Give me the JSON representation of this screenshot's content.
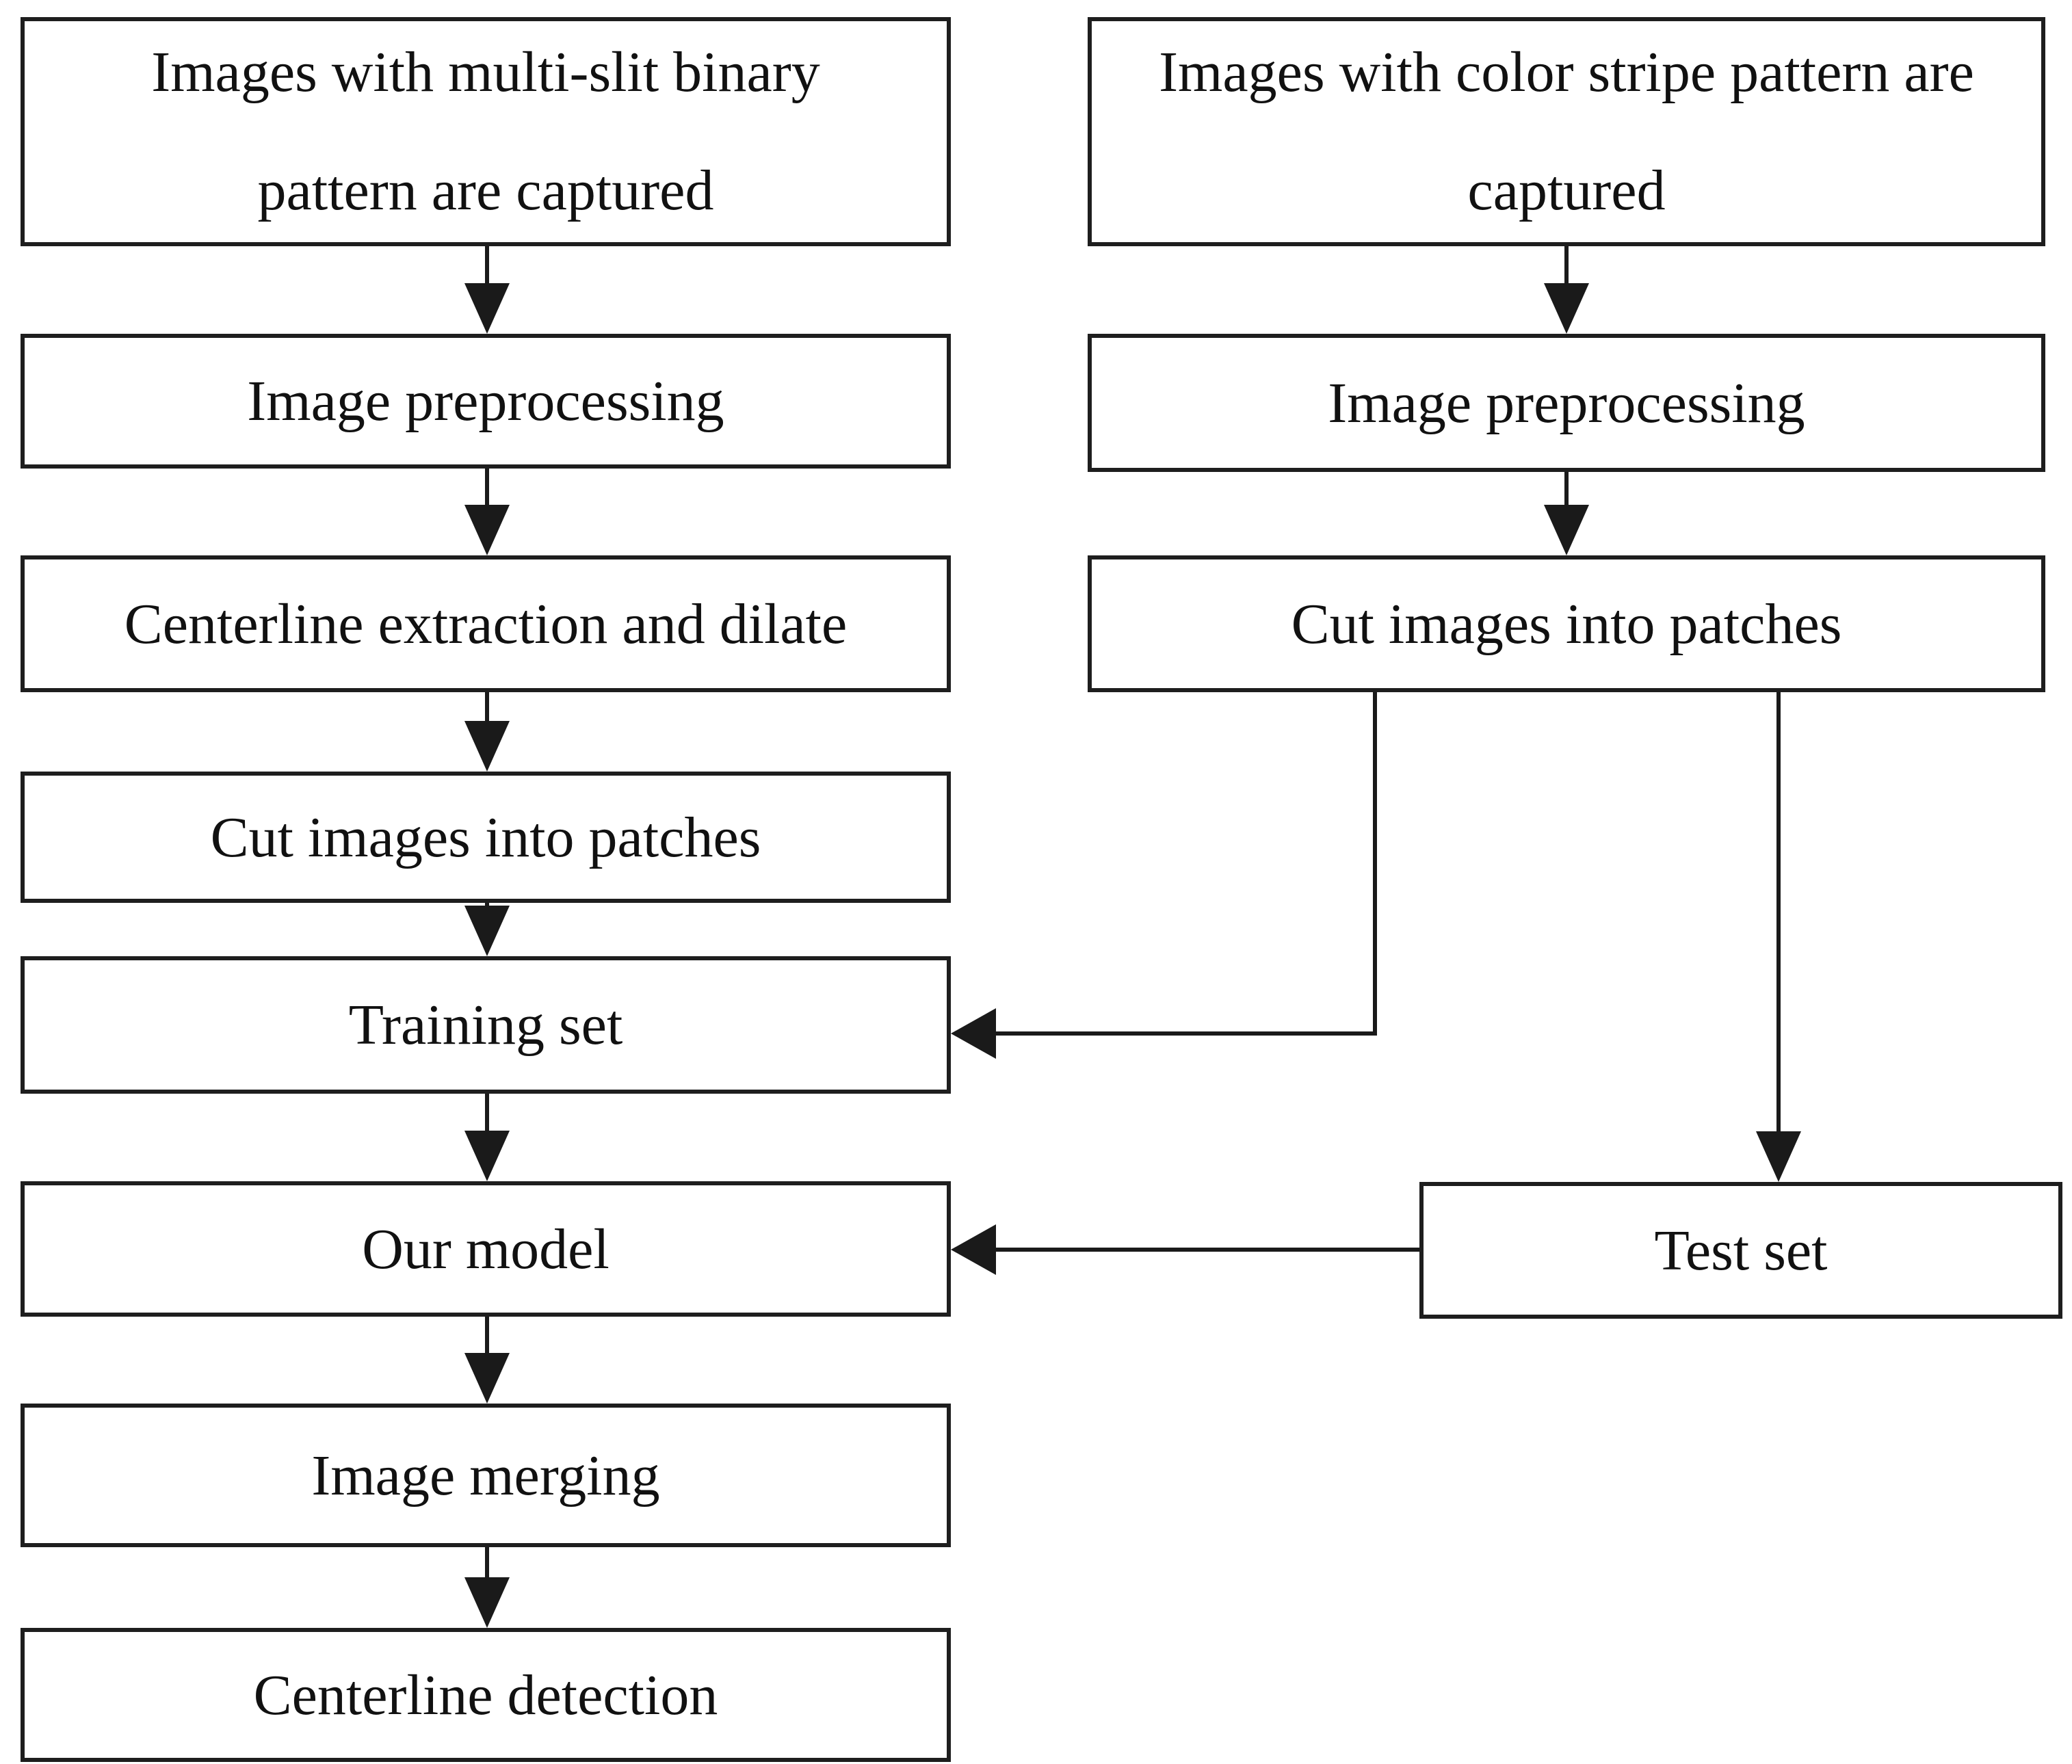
{
  "colors": {
    "background": "#ffffff",
    "stroke": "#1e1e1e",
    "text": "#111111"
  },
  "boxes": {
    "a1": {
      "line1": "Images with multi-slit binary",
      "line2": "pattern are captured"
    },
    "a2": {
      "label": "Image preprocessing"
    },
    "a3": {
      "label": "Centerline extraction and dilate"
    },
    "a4": {
      "label": "Cut images into patches"
    },
    "a5": {
      "label": "Training set"
    },
    "a6": {
      "label": "Our model"
    },
    "a7": {
      "label": "Image merging"
    },
    "a8": {
      "label": "Centerline detection"
    },
    "b1": {
      "line1": "Images with color stripe pattern are",
      "line2": "captured"
    },
    "b2": {
      "label": "Image preprocessing"
    },
    "b3": {
      "label": "Cut images into patches"
    },
    "b4": {
      "label": "Test set"
    }
  },
  "edges": [
    {
      "from": "Images with multi-slit binary pattern are captured",
      "to": "Image preprocessing",
      "type": "arrow-down"
    },
    {
      "from": "Image preprocessing",
      "to": "Centerline extraction and dilate",
      "type": "arrow-down"
    },
    {
      "from": "Centerline extraction and dilate",
      "to": "Cut images into patches",
      "type": "arrow-down"
    },
    {
      "from": "Cut images into patches",
      "to": "Training set",
      "type": "arrow-down"
    },
    {
      "from": "Training set",
      "to": "Our model",
      "type": "arrow-down"
    },
    {
      "from": "Our model",
      "to": "Image merging",
      "type": "arrow-down"
    },
    {
      "from": "Image merging",
      "to": "Centerline detection",
      "type": "arrow-down"
    },
    {
      "from": "Images with color stripe pattern are captured",
      "to": "Image preprocessing (right)",
      "type": "arrow-down"
    },
    {
      "from": "Image preprocessing (right)",
      "to": "Cut images into patches (right)",
      "type": "arrow-down"
    },
    {
      "from": "Cut images into patches (right)",
      "to": "Training set",
      "type": "elbow-arrow-left"
    },
    {
      "from": "Cut images into patches (right)",
      "to": "Test set",
      "type": "arrow-down"
    },
    {
      "from": "Test set",
      "to": "Our model",
      "type": "arrow-left"
    }
  ]
}
